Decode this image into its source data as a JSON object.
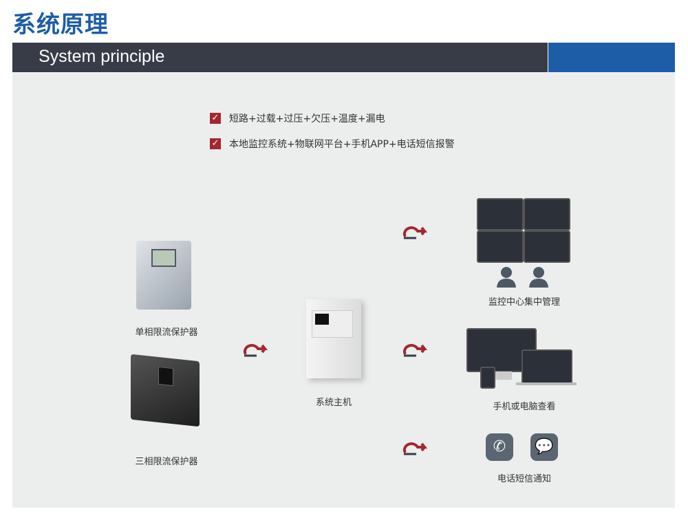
{
  "title": "系统原理",
  "header": {
    "subtitle": "System principle"
  },
  "features": [
    "短路+过载+过压+欠压+温度+漏电",
    "本地监控系统+物联网平台+手机APP+电话短信报警"
  ],
  "devices": {
    "single_phase": "单相限流保护器",
    "three_phase": "三相限流保护器",
    "host": "系统主机"
  },
  "outputs": {
    "monitor_center": "监控中心集中管理",
    "phone_pc": "手机或电脑查看",
    "sms": "电话短信通知"
  },
  "colors": {
    "title_blue": "#1d5da8",
    "bar_dark": "#383c47",
    "accent_red": "#a3282f"
  }
}
